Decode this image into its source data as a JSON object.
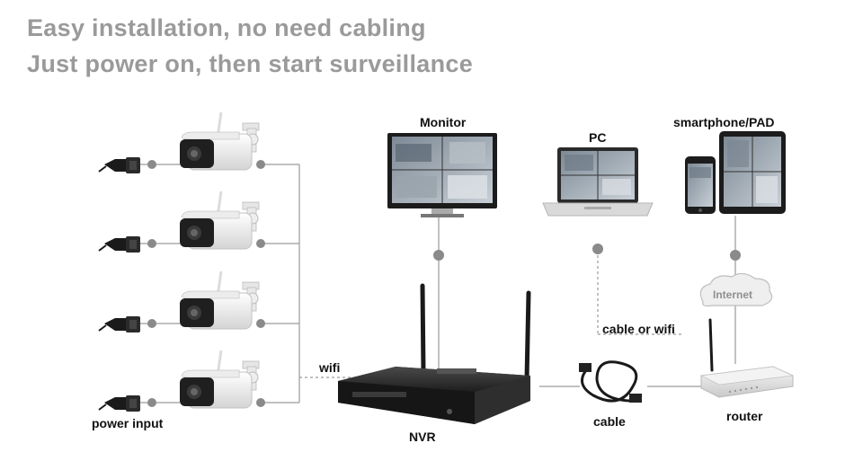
{
  "headline": {
    "line1": "Easy installation, no need cabling",
    "line2": "Just power on, then start surveillance"
  },
  "labels": {
    "monitor": "Monitor",
    "pc": "PC",
    "smartphone": "smartphone/PAD",
    "internet": "Internet",
    "cable_or_wifi": "cable or wifi",
    "wifi": "wifi",
    "power_input": "power input",
    "nvr": "NVR",
    "cable": "cable",
    "router": "router"
  },
  "colors": {
    "headline": "#9a9a9a",
    "line": "#9a9a9a",
    "node": "#8a8a8a",
    "camera_body": "#f2f2f2",
    "lens": "#222222",
    "nvr": "#2b2b2b"
  },
  "icons": [
    "camera-icon",
    "power-adapter-icon",
    "monitor-icon",
    "laptop-icon",
    "smartphone-icon",
    "tablet-icon",
    "nvr-icon",
    "router-icon",
    "cable-icon",
    "cloud-icon"
  ]
}
